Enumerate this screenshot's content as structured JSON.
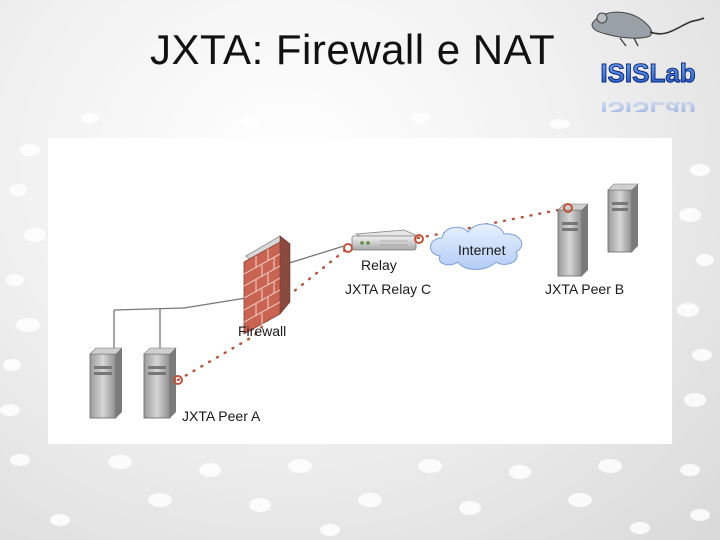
{
  "slide": {
    "title": "JXTA: Firewall e NAT"
  },
  "logo": {
    "text": "ISISLab"
  },
  "diagram": {
    "firewall_label": "Firewall",
    "relay_device_label": "Relay",
    "relay_name": "JXTA Relay C",
    "internet_label": "Internet",
    "peer_a_label": "JXTA Peer A",
    "peer_b_label": "JXTA Peer B"
  }
}
